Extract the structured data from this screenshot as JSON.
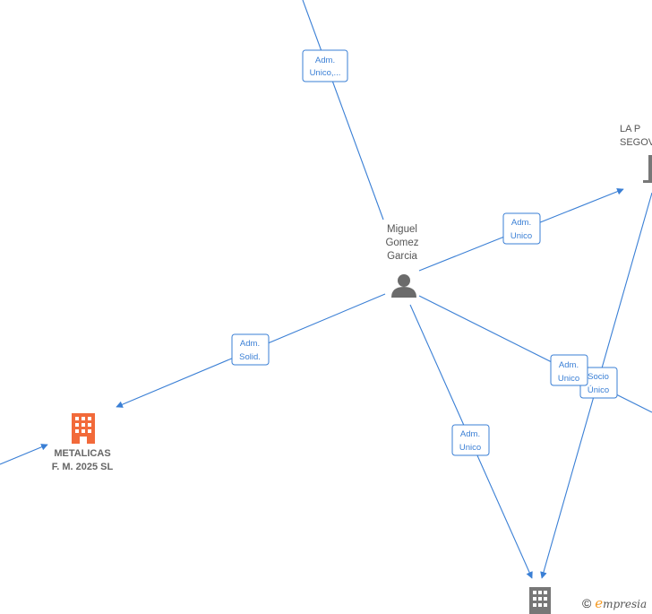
{
  "nodes": {
    "person": {
      "label": "Miguel\nGomez\nGarcia"
    },
    "metalicas": {
      "label": "METALICAS\nF. M. 2025  SL"
    },
    "top_right": {
      "label": "LA P\nSEGOV"
    }
  },
  "edge_labels": [
    {
      "id": "top",
      "line1": "Adm.",
      "line2": "Unico,..."
    },
    {
      "id": "right",
      "line1": "Adm.",
      "line2": "Unico"
    },
    {
      "id": "left",
      "line1": "Adm.",
      "line2": "Solid."
    },
    {
      "id": "lower-right-a",
      "line1": "Adm.",
      "line2": "Unico"
    },
    {
      "id": "lower-right-b",
      "line1": "Socio",
      "line2": "Único"
    },
    {
      "id": "bottom",
      "line1": "Adm.",
      "line2": "Unico"
    }
  ],
  "colors": {
    "edge": "#3a7fd5",
    "company_highlight": "#f26a3a",
    "company_default": "#777777",
    "person": "#6b6b6b"
  },
  "icons": {
    "person": "person-icon",
    "company": "building-icon"
  },
  "watermark": {
    "symbol": "©",
    "brand_initial": "e",
    "brand_rest": "mpresia"
  }
}
